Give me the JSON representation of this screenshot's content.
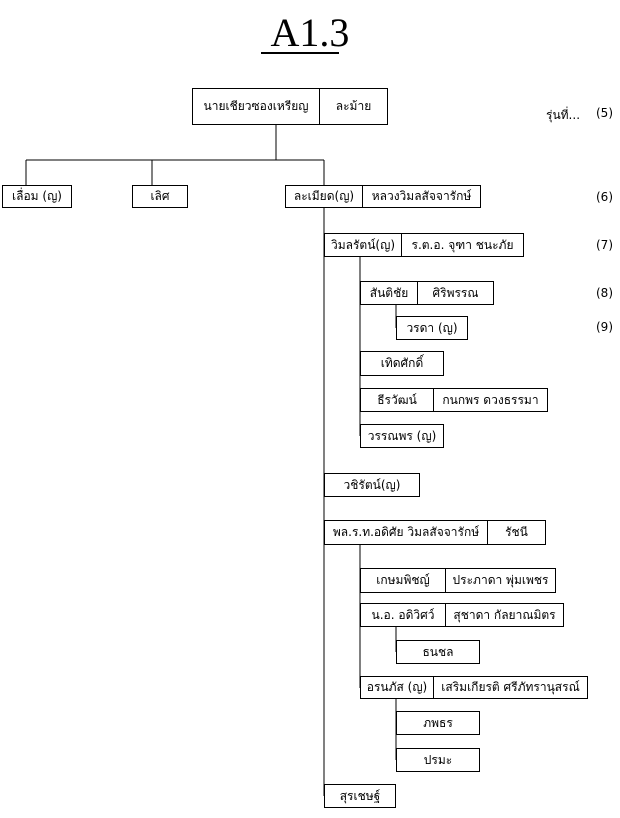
{
  "title": "A1.3",
  "generation_header": "รุ่นที่...",
  "generations": [
    "(5)",
    "(6)",
    "(7)",
    "(8)",
    "(9)"
  ],
  "root": {
    "husband": "นายเชียวซองเหรียญ",
    "wife": "ละม้าย"
  },
  "gen6": {
    "child1": "เลื่อม (ญ)",
    "child2": "เลิศ",
    "child3": {
      "name": "ละเมียด(ญ)",
      "spouse": "หลวงวิมลสัจจารักษ์"
    }
  },
  "gen7": {
    "vimol": {
      "name": "วิมลรัตน์(ญ)",
      "spouse": "ร.ต.อ. จุฑา  ชนะภัย"
    },
    "vachira": "วชิรัตน์(ญ)",
    "general": {
      "name": "พล.ร.ท.อดิศัย  วิมลสัจจารักษ์",
      "spouse": "รัชนี"
    },
    "surachet": "สุรเชษฐ์"
  },
  "gen8_vimol": {
    "santichai": {
      "name": "สันติชัย",
      "spouse": "ศิริพรรณ"
    },
    "serdsak": "เทิดศักดิ์",
    "teerawat": {
      "name": "ธีรวัฒน์",
      "spouse": "กนกพร  ดวงธรรมา"
    },
    "wannaporn": "วรรณพร (ญ)"
  },
  "gen9_santichai": {
    "worada": "วรดา (ญ)"
  },
  "gen8_general": {
    "kasem": {
      "name": "เกษมพิชญ์",
      "spouse": "ประภาดา  พุ่มเพชร"
    },
    "adivit": {
      "name": "น.อ. อดิวิศว์",
      "spouse": "สุชาดา  กัลยาณมิตร"
    },
    "aranpat": {
      "name": "อรนภัส (ญ)",
      "spouse": "เสริมเกียรติ  ศรีภัทรานุสรณ์"
    }
  },
  "gen9_adivit": {
    "tanachon": "ธนชล"
  },
  "gen9_aranpat": {
    "paphot": "ภพธร",
    "pramah": "ปรมะ"
  }
}
